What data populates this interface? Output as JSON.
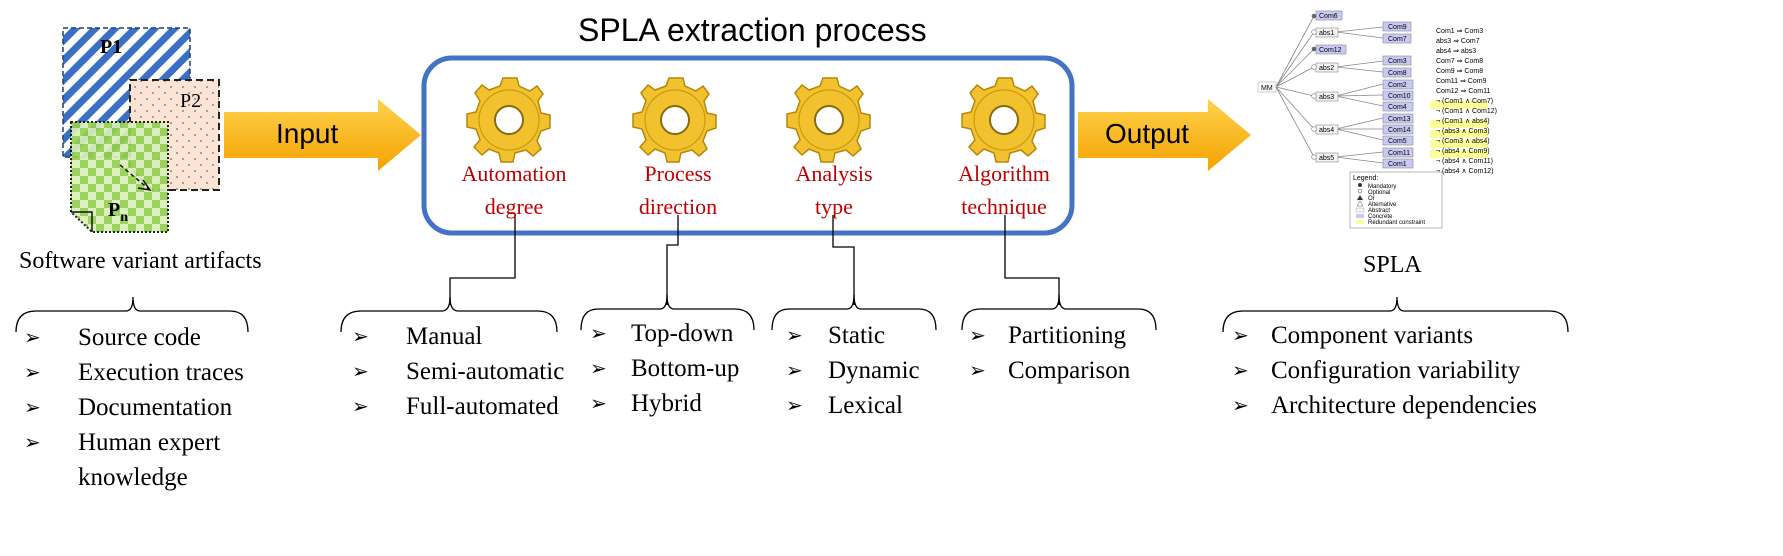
{
  "title": "SPLA extraction process",
  "input_label": "Input",
  "output_label": "Output",
  "artifacts": {
    "p1": "P1",
    "p2": "P2",
    "pn": "P",
    "pn_sub": "n",
    "caption": "Software variant artifacts",
    "items": [
      "Source code",
      "Execution traces",
      "Documentation",
      "Human expert knowledge"
    ]
  },
  "gears": [
    {
      "label": [
        "Automation",
        "degree"
      ],
      "items": [
        "Manual",
        "Semi-automatic",
        "Full-automated"
      ]
    },
    {
      "label": [
        "Process",
        "direction"
      ],
      "items": [
        "Top-down",
        "Bottom-up",
        "Hybrid"
      ]
    },
    {
      "label": [
        "Analysis",
        "type"
      ],
      "items": [
        "Static",
        "Dynamic",
        "Lexical"
      ]
    },
    {
      "label": [
        "Algorithm",
        "technique"
      ],
      "items": [
        "Partitioning",
        "Comparison"
      ]
    }
  ],
  "spla": {
    "caption": "SPLA",
    "items": [
      "Component variants",
      "Configuration variability",
      "Architecture dependencies"
    ],
    "root": "MM",
    "abstracts": [
      "abs1",
      "abs2",
      "abs3",
      "abs4",
      "abs5"
    ],
    "components": [
      "Com6",
      "Com9",
      "Com7",
      "Com12",
      "Com3",
      "Com8",
      "Com2",
      "Com10",
      "Com4",
      "Com13",
      "Com14",
      "Com5",
      "Com11",
      "Com1"
    ],
    "constraints": [
      "Com1 ⇒ Com3",
      "abs3 ⇒ Com7",
      "abs4 ⇒ abs3",
      "Com7 ⇒ Com8",
      "Com9 ⇒ Com8",
      "Com11 ⇒ Com9",
      "Com12 ⇒ Com11",
      "¬ (Com1 ∧ Com7)",
      "¬ (Com1 ∧ Com12)",
      "¬ (Com1 ∧ abs4)",
      "¬ (abs3 ∧ Com3)",
      "¬ (Com3 ∧ abs4)",
      "¬ (abs4 ∧ Com9)",
      "¬ (abs4 ∧ Com11)",
      "¬ (abs4 ∧ Com12)"
    ],
    "legend_title": "Legend:",
    "legend": [
      "Mandatory",
      "Optional",
      "Or",
      "Alternative",
      "Abstract",
      "Concrete",
      "Redundant constraint"
    ]
  },
  "colors": {
    "frame": "#4472c4",
    "arrow_top": "#ffc000",
    "arrow_bottom": "#f5a200",
    "gear": "#f2c12e",
    "gear_label": "#c00000",
    "p1_hatch": "#3a6fc4",
    "pn_check": "#92d050",
    "p2_fill": "#fbe3d6",
    "concrete": "#c9c9f5",
    "redundant": "#ffff99"
  }
}
